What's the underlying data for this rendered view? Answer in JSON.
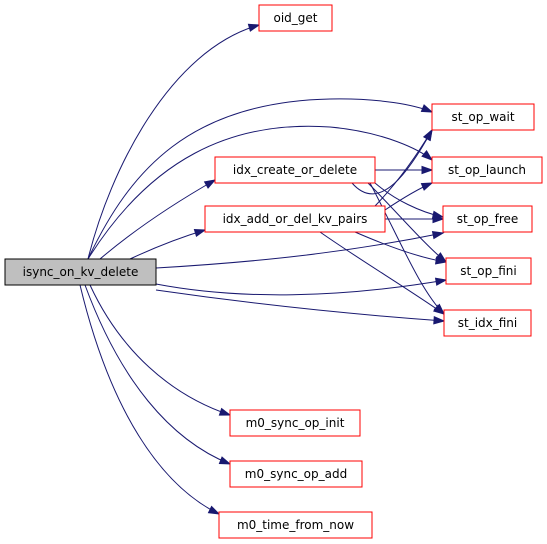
{
  "colors": {
    "edge": "#191970",
    "node_border": "#ff0000",
    "root_fill": "#bfbfbf",
    "root_border": "#000000"
  },
  "nodes": [
    {
      "id": "isync_on_kv_delete",
      "label": "isync_on_kv_delete",
      "root": true
    },
    {
      "id": "oid_get",
      "label": "oid_get"
    },
    {
      "id": "st_op_wait",
      "label": "st_op_wait"
    },
    {
      "id": "idx_create_or_delete",
      "label": "idx_create_or_delete"
    },
    {
      "id": "st_op_launch",
      "label": "st_op_launch"
    },
    {
      "id": "idx_add_or_del_kv_pairs",
      "label": "idx_add_or_del_kv_pairs"
    },
    {
      "id": "st_op_free",
      "label": "st_op_free"
    },
    {
      "id": "st_op_fini",
      "label": "st_op_fini"
    },
    {
      "id": "st_idx_fini",
      "label": "st_idx_fini"
    },
    {
      "id": "m0_sync_op_init",
      "label": "m0_sync_op_init"
    },
    {
      "id": "m0_sync_op_add",
      "label": "m0_sync_op_add"
    },
    {
      "id": "m0_time_from_now",
      "label": "m0_time_from_now"
    }
  ],
  "edges": [
    {
      "from": "isync_on_kv_delete",
      "to": "oid_get"
    },
    {
      "from": "isync_on_kv_delete",
      "to": "st_op_wait"
    },
    {
      "from": "isync_on_kv_delete",
      "to": "st_op_launch"
    },
    {
      "from": "isync_on_kv_delete",
      "to": "idx_create_or_delete"
    },
    {
      "from": "isync_on_kv_delete",
      "to": "idx_add_or_del_kv_pairs"
    },
    {
      "from": "isync_on_kv_delete",
      "to": "st_op_free"
    },
    {
      "from": "isync_on_kv_delete",
      "to": "st_op_fini"
    },
    {
      "from": "isync_on_kv_delete",
      "to": "st_idx_fini"
    },
    {
      "from": "isync_on_kv_delete",
      "to": "m0_sync_op_init"
    },
    {
      "from": "isync_on_kv_delete",
      "to": "m0_sync_op_add"
    },
    {
      "from": "isync_on_kv_delete",
      "to": "m0_time_from_now"
    },
    {
      "from": "idx_create_or_delete",
      "to": "st_op_launch"
    },
    {
      "from": "idx_create_or_delete",
      "to": "st_op_free"
    },
    {
      "from": "idx_create_or_delete",
      "to": "st_op_fini"
    },
    {
      "from": "idx_create_or_delete",
      "to": "st_idx_fini"
    },
    {
      "from": "idx_create_or_delete",
      "to": "st_op_wait"
    },
    {
      "from": "idx_add_or_del_kv_pairs",
      "to": "st_op_wait"
    },
    {
      "from": "idx_add_or_del_kv_pairs",
      "to": "st_op_launch"
    },
    {
      "from": "idx_add_or_del_kv_pairs",
      "to": "st_op_free"
    },
    {
      "from": "idx_add_or_del_kv_pairs",
      "to": "st_op_fini"
    },
    {
      "from": "idx_add_or_del_kv_pairs",
      "to": "st_idx_fini"
    }
  ]
}
